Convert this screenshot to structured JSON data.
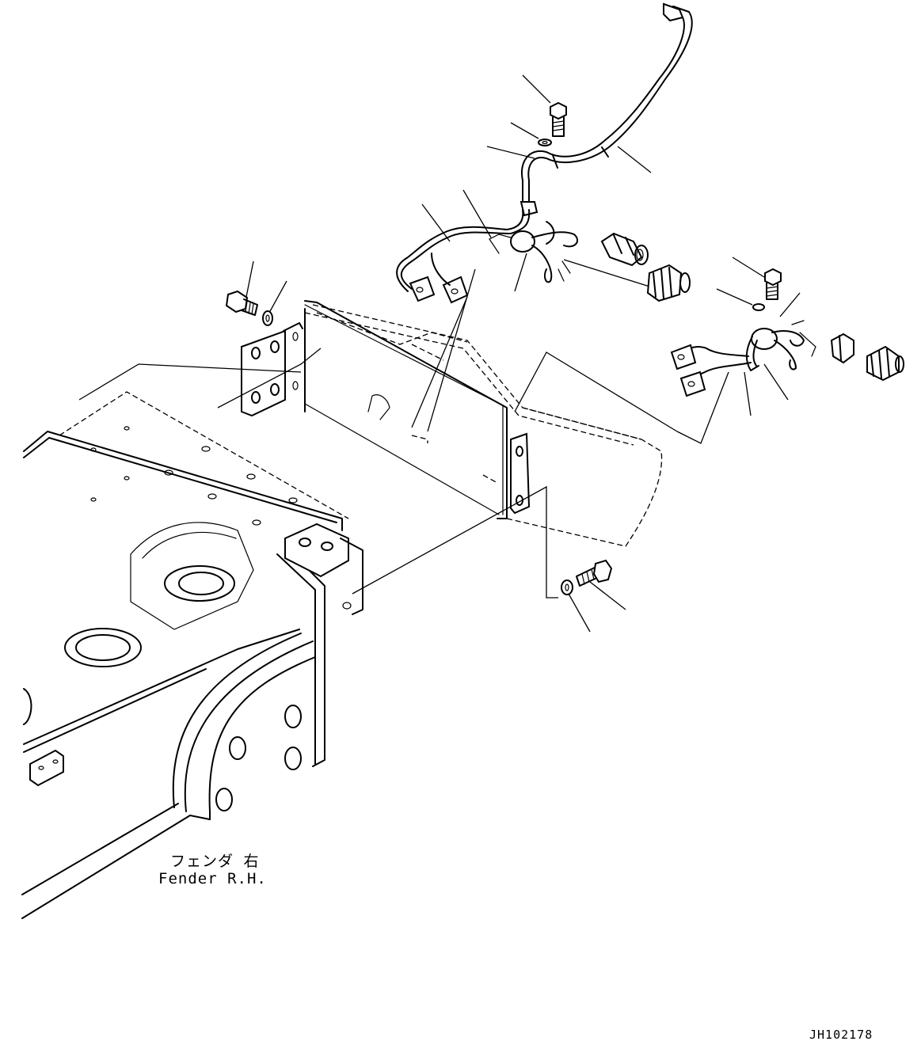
{
  "labels": {
    "fender_jp": "フェンダ 右",
    "fender_en": "Fender R.H.",
    "drawing_id": "JH102178"
  }
}
